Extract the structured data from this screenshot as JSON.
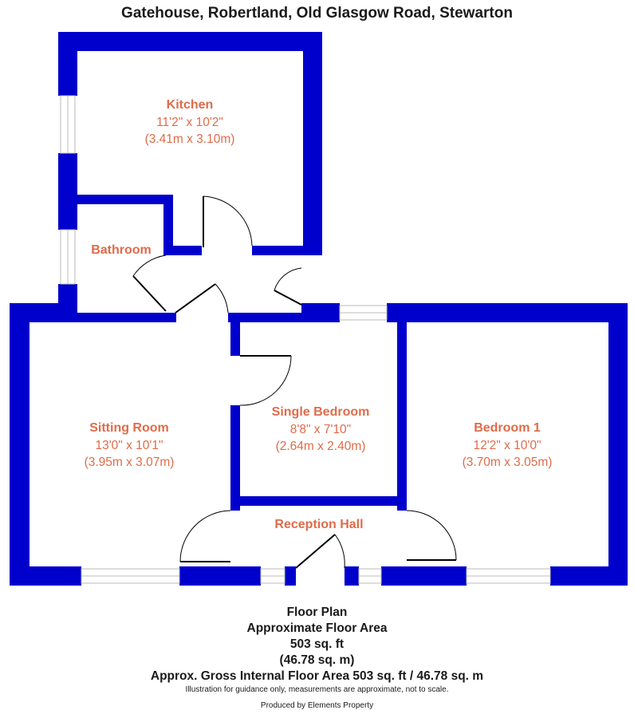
{
  "title": "Gatehouse, Robertland, Old Glasgow Road, Stewarton",
  "colors": {
    "wall": "#0000cc",
    "label": "#e06b4a",
    "window": "#ffffff",
    "window_line": "#bbbbbb"
  },
  "rooms": {
    "kitchen": {
      "name": "Kitchen",
      "imperial": "11'2\" x 10'2\"",
      "metric": "(3.41m x 3.10m)"
    },
    "bathroom": {
      "name": "Bathroom"
    },
    "sitting_room": {
      "name": "Sitting Room",
      "imperial": "13'0\" x 10'1\"",
      "metric": "(3.95m x 3.07m)"
    },
    "single_bedroom": {
      "name": "Single Bedroom",
      "imperial": "8'8\" x 7'10\"",
      "metric": "(2.64m x 2.40m)"
    },
    "bedroom_1": {
      "name": "Bedroom 1",
      "imperial": "12'2\" x 10'0\"",
      "metric": "(3.70m x 3.05m)"
    },
    "reception_hall": {
      "name": "Reception Hall"
    }
  },
  "footer": {
    "line1": "Floor Plan",
    "line2": "Approximate Floor Area",
    "line3": "503 sq. ft",
    "line4": "(46.78 sq. m)",
    "line5": "Approx. Gross Internal Floor Area 503 sq. ft / 46.78 sq. m",
    "disclaimer": "Illustration for guidance only, measurements are approximate, not to scale.",
    "credit": "Produced by Elements Property"
  }
}
